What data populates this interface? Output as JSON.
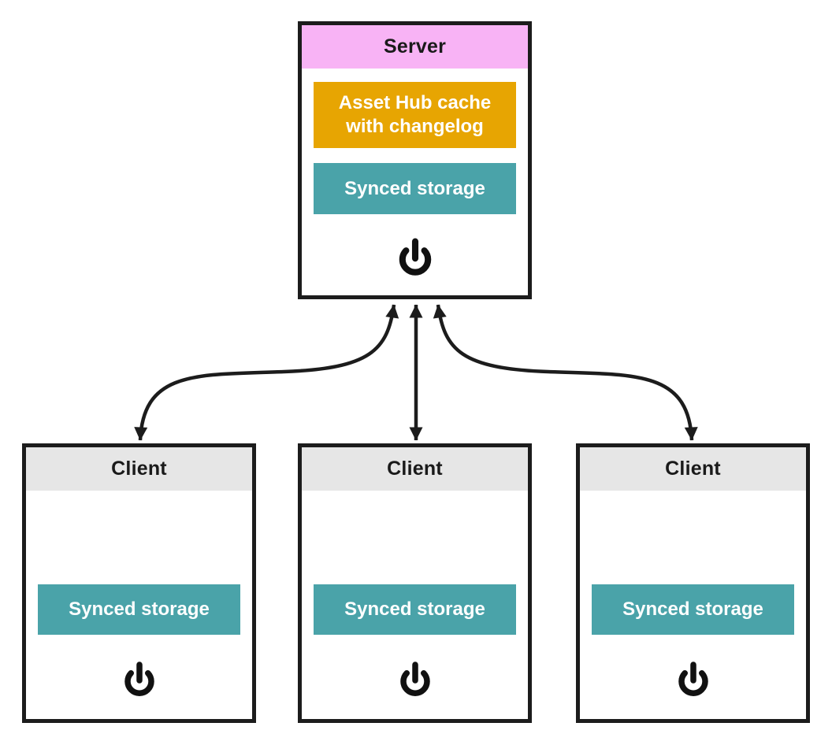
{
  "canvas": {
    "background": "#ffffff"
  },
  "server": {
    "title": "Server",
    "header_color": "#f8b3f5",
    "blocks": [
      {
        "label": "Asset Hub cache with changelog",
        "color": "#e7a502"
      },
      {
        "label": "Synced storage",
        "color": "#4aa3a9"
      }
    ],
    "power_icon": "power-icon"
  },
  "clients": [
    {
      "title": "Client",
      "header_color": "#e6e6e6",
      "blocks": [
        {
          "label": "Synced storage",
          "color": "#4aa3a9"
        }
      ],
      "power_icon": "power-icon"
    },
    {
      "title": "Client",
      "header_color": "#e6e6e6",
      "blocks": [
        {
          "label": "Synced storage",
          "color": "#4aa3a9"
        }
      ],
      "power_icon": "power-icon"
    },
    {
      "title": "Client",
      "header_color": "#e6e6e6",
      "blocks": [
        {
          "label": "Synced storage",
          "color": "#4aa3a9"
        }
      ],
      "power_icon": "power-icon"
    }
  ],
  "connections": [
    {
      "from": "server",
      "to": "client-left",
      "type": "bidirectional-arrow"
    },
    {
      "from": "server",
      "to": "client-middle",
      "type": "bidirectional-arrow"
    },
    {
      "from": "server",
      "to": "client-right",
      "type": "bidirectional-arrow"
    }
  ],
  "colors": {
    "node_border": "#1c1c1c",
    "arrow": "#1c1c1c",
    "header_text": "#1a1a1a",
    "block_text": "#ffffff"
  }
}
